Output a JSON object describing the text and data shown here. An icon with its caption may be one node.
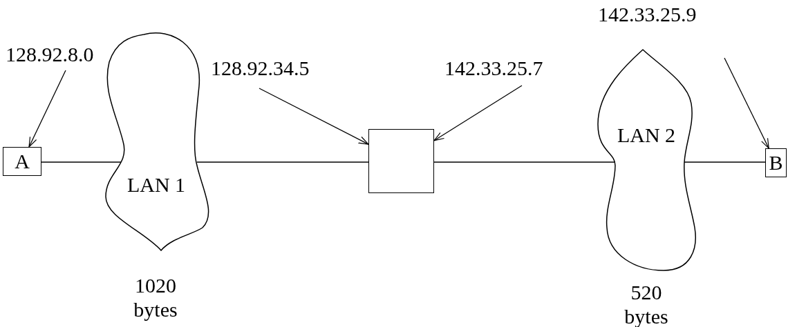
{
  "diagram": {
    "nodes": [
      {
        "text": [
          "A"
        ]
      },
      {
        "text": [
          "LAN 1"
        ],
        "beside": [
          "1020 bytes"
        ]
      },
      {
        "text": [],
        "shape": "box"
      },
      {
        "text": [
          "LAN 2"
        ],
        "beside": [
          "520 bytes"
        ]
      },
      {
        "text": [
          "B"
        ]
      },
      {
        "text": [
          "128.92.8.0"
        ]
      },
      {
        "text": [
          "128.92.34.5"
        ]
      },
      {
        "text": [
          "142.33.25.7"
        ]
      },
      {
        "text": [
          "142.33.25.9"
        ]
      }
    ],
    "edges": [
      {
        "from": 0,
        "to": 1,
        "arrow": "none"
      },
      {
        "from": 1,
        "to": 2,
        "arrow": "none"
      },
      {
        "from": 2,
        "to": 3,
        "arrow": "none"
      },
      {
        "from": 3,
        "to": 4,
        "arrow": "none"
      },
      {
        "from": 5,
        "to": 0,
        "arrow": "to"
      },
      {
        "from": 6,
        "to": 2,
        "arrow": "to"
      },
      {
        "from": 7,
        "to": 2,
        "arrow": "to"
      },
      {
        "from": 8,
        "to": 4,
        "arrow": "to"
      }
    ]
  }
}
